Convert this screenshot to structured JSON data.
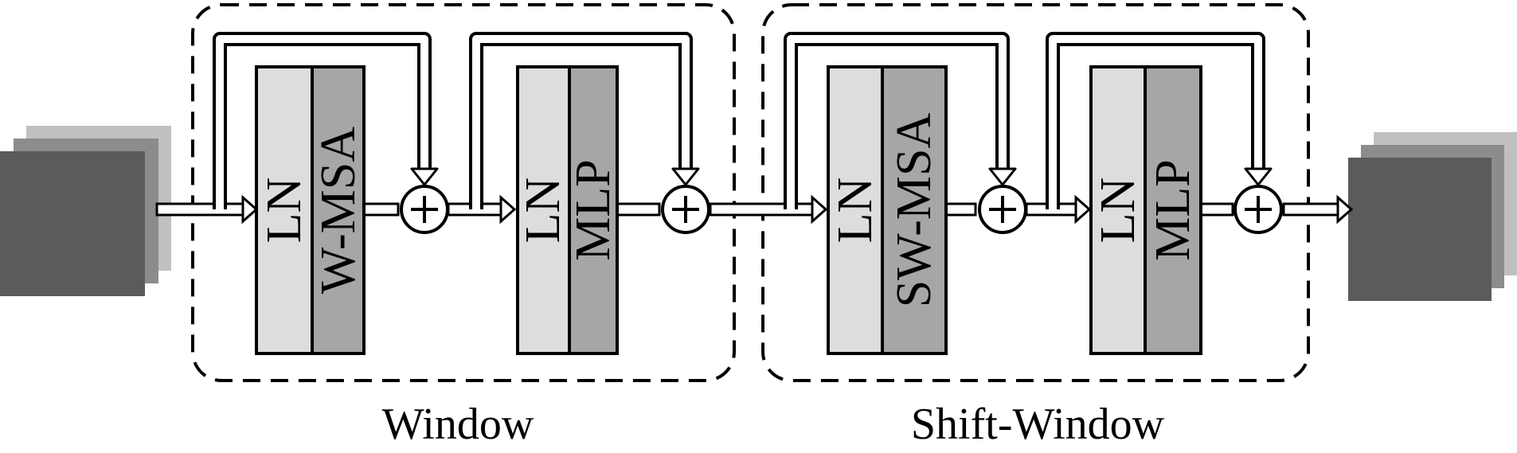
{
  "groups": [
    {
      "label": "Window",
      "blocks": [
        {
          "left": "LN",
          "right": "W-MSA"
        },
        {
          "left": "LN",
          "right": "MLP"
        }
      ]
    },
    {
      "label": "Shift-Window",
      "blocks": [
        {
          "left": "LN",
          "right": "SW-MSA"
        },
        {
          "left": "LN",
          "right": "MLP"
        }
      ]
    }
  ],
  "colors": {
    "ln_fill": "#dddddd",
    "op_fill": "#a6a6a6",
    "feature_front": "#5b5b5b",
    "feature_mid": "#8c8c8c",
    "feature_back": "#c0c0c0",
    "stroke": "#000000"
  },
  "icons": {
    "add": "circled-plus-icon",
    "arrow": "hollow-arrow-icon"
  }
}
